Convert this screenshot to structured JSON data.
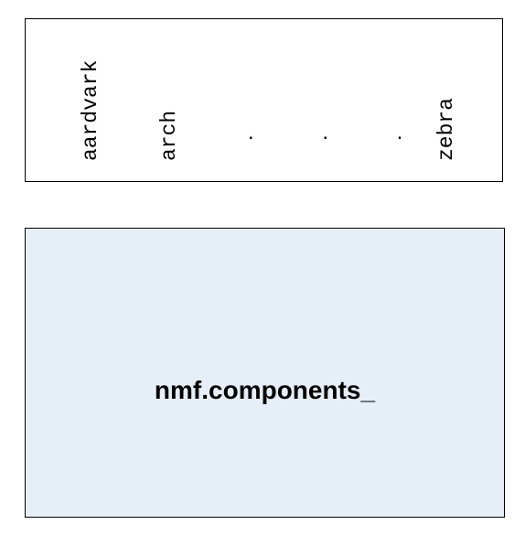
{
  "vocabulary": {
    "words": [
      "aardvark",
      "arch",
      "zebra"
    ],
    "ellipsis": ". . ."
  },
  "matrix": {
    "label": "nmf.components_",
    "fill_color": "#e6eff8",
    "border_color": "#000000"
  }
}
